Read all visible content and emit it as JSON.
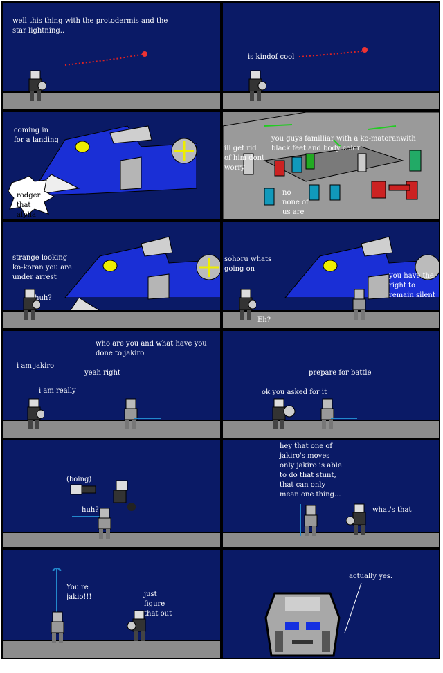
{
  "panels": {
    "p1": {
      "text": "well this thing with the protodermis and the\nstar lightning.."
    },
    "p2": {
      "text": "is kindof cool"
    },
    "p3": {
      "landing": "coming in\nfor a landing",
      "rodger": "rodger\nthat\nalpha"
    },
    "p4": {
      "rid": "ill get rid\nof him dont\nworry",
      "familiar": "you guys familliar with a ko-matoranwith\nblack feet and body color",
      "no": "no\nnone of\nus are"
    },
    "p5": {
      "strange": "strange looking\nko-koran you are\nunder arrest",
      "huh": "huh?"
    },
    "p6": {
      "sohoru": "sohoru whats\ngoing on",
      "eh": "Eh?",
      "right": "you have the\nright to\nremain silent"
    },
    "p7": {
      "i_am": "i am jakiro",
      "really": "i am really",
      "yeah": "yeah right",
      "who": "who are you and what have you\ndone to jakiro"
    },
    "p8": {
      "ok": "ok you asked for it",
      "prepare": "prepare for battle"
    },
    "p9": {
      "boing": "(boing)",
      "huh": "huh?"
    },
    "p10": {
      "hey": "hey that one of\njakiro's moves\nonly jakiro is able\nto do that stunt,\nthat can only\nmean one thing...",
      "whats": "what's that"
    },
    "p11": {
      "jakio": "You're\njakio!!!",
      "just": "just\nfigure\nthat out"
    },
    "p12": {
      "actually": "actually yes."
    }
  },
  "colors": {
    "sky": "#0a1a66",
    "ground": "#8c8c8c",
    "ship": "#1a2fd6",
    "metal": "#bfbfbf"
  }
}
